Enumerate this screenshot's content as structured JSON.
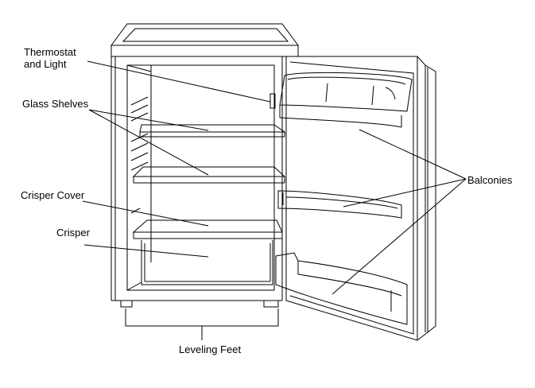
{
  "labels": {
    "thermostat_line1": "Thermostat",
    "thermostat_line2": "and Light",
    "glass_shelves": "Glass Shelves",
    "crisper_cover": "Crisper Cover",
    "crisper": "Crisper",
    "balconies": "Balconies",
    "leveling_feet": "Leveling Feet"
  },
  "colors": {
    "line": "#000000",
    "background": "#ffffff"
  }
}
